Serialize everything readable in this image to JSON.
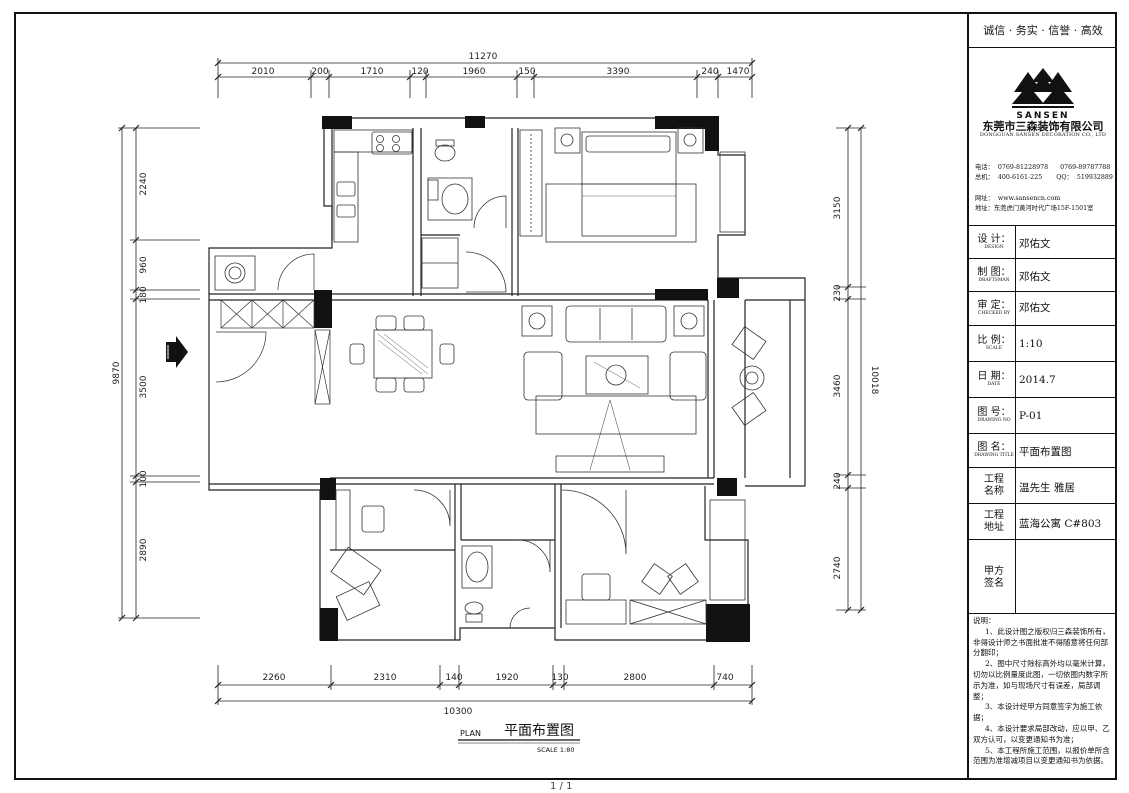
{
  "titleblock": {
    "slogan": "诚信 · 务实 · 信誉 · 高效",
    "brand_logo_text": "SANSEN",
    "company_cn": "东莞市三森装饰有限公司",
    "company_en": "DONGGUAN SANSEN DECORATION CO., LTD",
    "phone1": "电话：  0769-81228978      0769-89787788",
    "phone2": "总机：  400-6161-225       QQ：  519932889",
    "website": "网址：  www.sansencn.com",
    "address": "地址：东莞虎门黄河时代广场15F-1501室",
    "fields": [
      {
        "label_cn": "设 计：",
        "label_en": "DESIGN",
        "value": "邓佑文"
      },
      {
        "label_cn": "制 图：",
        "label_en": "DRAFTSMAN",
        "value": "邓佑文"
      },
      {
        "label_cn": "审 定：",
        "label_en": "CHECKED BY",
        "value": "邓佑文"
      },
      {
        "label_cn": "比 例：",
        "label_en": "SCALE",
        "value": "1:10"
      },
      {
        "label_cn": "日 期：",
        "label_en": "DATE",
        "value": "2014.7"
      },
      {
        "label_cn": "图 号：",
        "label_en": "DRAWING NO",
        "value": "P-01"
      },
      {
        "label_cn": "图 名：",
        "label_en": "DRAWING TITLE",
        "value": "平面布置图"
      }
    ],
    "project_name_label": "工程\n名称",
    "project_name_value": "温先生  雅居",
    "project_address_label": "工程\n地址",
    "project_address_value": "蓝海公寓  C#803",
    "client_sign_label": "甲方\n签名",
    "notes_title": "说明：",
    "notes": [
      "1、此设计图之版权归三森装饰所有，非得设计师之书面批准不得随意将任何部分翻印；",
      "2、图中尺寸除标高外均以毫米计算，切勿以比例量度此图，一切依图内数字所示为准，如与现场尺寸有误差，局部调整；",
      "3、本设计经甲方同意签字为施工依据；",
      "4、本设计要求局部改动，应以甲、乙双方认可，以变更通知书为准；",
      "5、本工程所施工范围，以报价单所含范围为准增减项目以变更通知书为依据。"
    ]
  },
  "drawing": {
    "dims_top_total": "11270",
    "dims_top": [
      "2010",
      "200",
      "1710",
      "120",
      "1960",
      "150",
      "3390",
      "240",
      "1470"
    ],
    "dims_bottom_total": "10300",
    "dims_bottom": [
      "2260",
      "2310",
      "140",
      "1920",
      "130",
      "2800",
      "740"
    ],
    "dims_left_total": "9870",
    "dims_left": [
      "2240",
      "960",
      "180",
      "3500",
      "100",
      "2890"
    ],
    "dims_right_total": "10018",
    "dims_right": [
      "3150",
      "230",
      "3460",
      "240",
      "2740"
    ],
    "title_en": "PLAN",
    "title_cn": "平面布置图",
    "scale": "SCALE 1:80"
  },
  "page_indicator": "1 / 1"
}
